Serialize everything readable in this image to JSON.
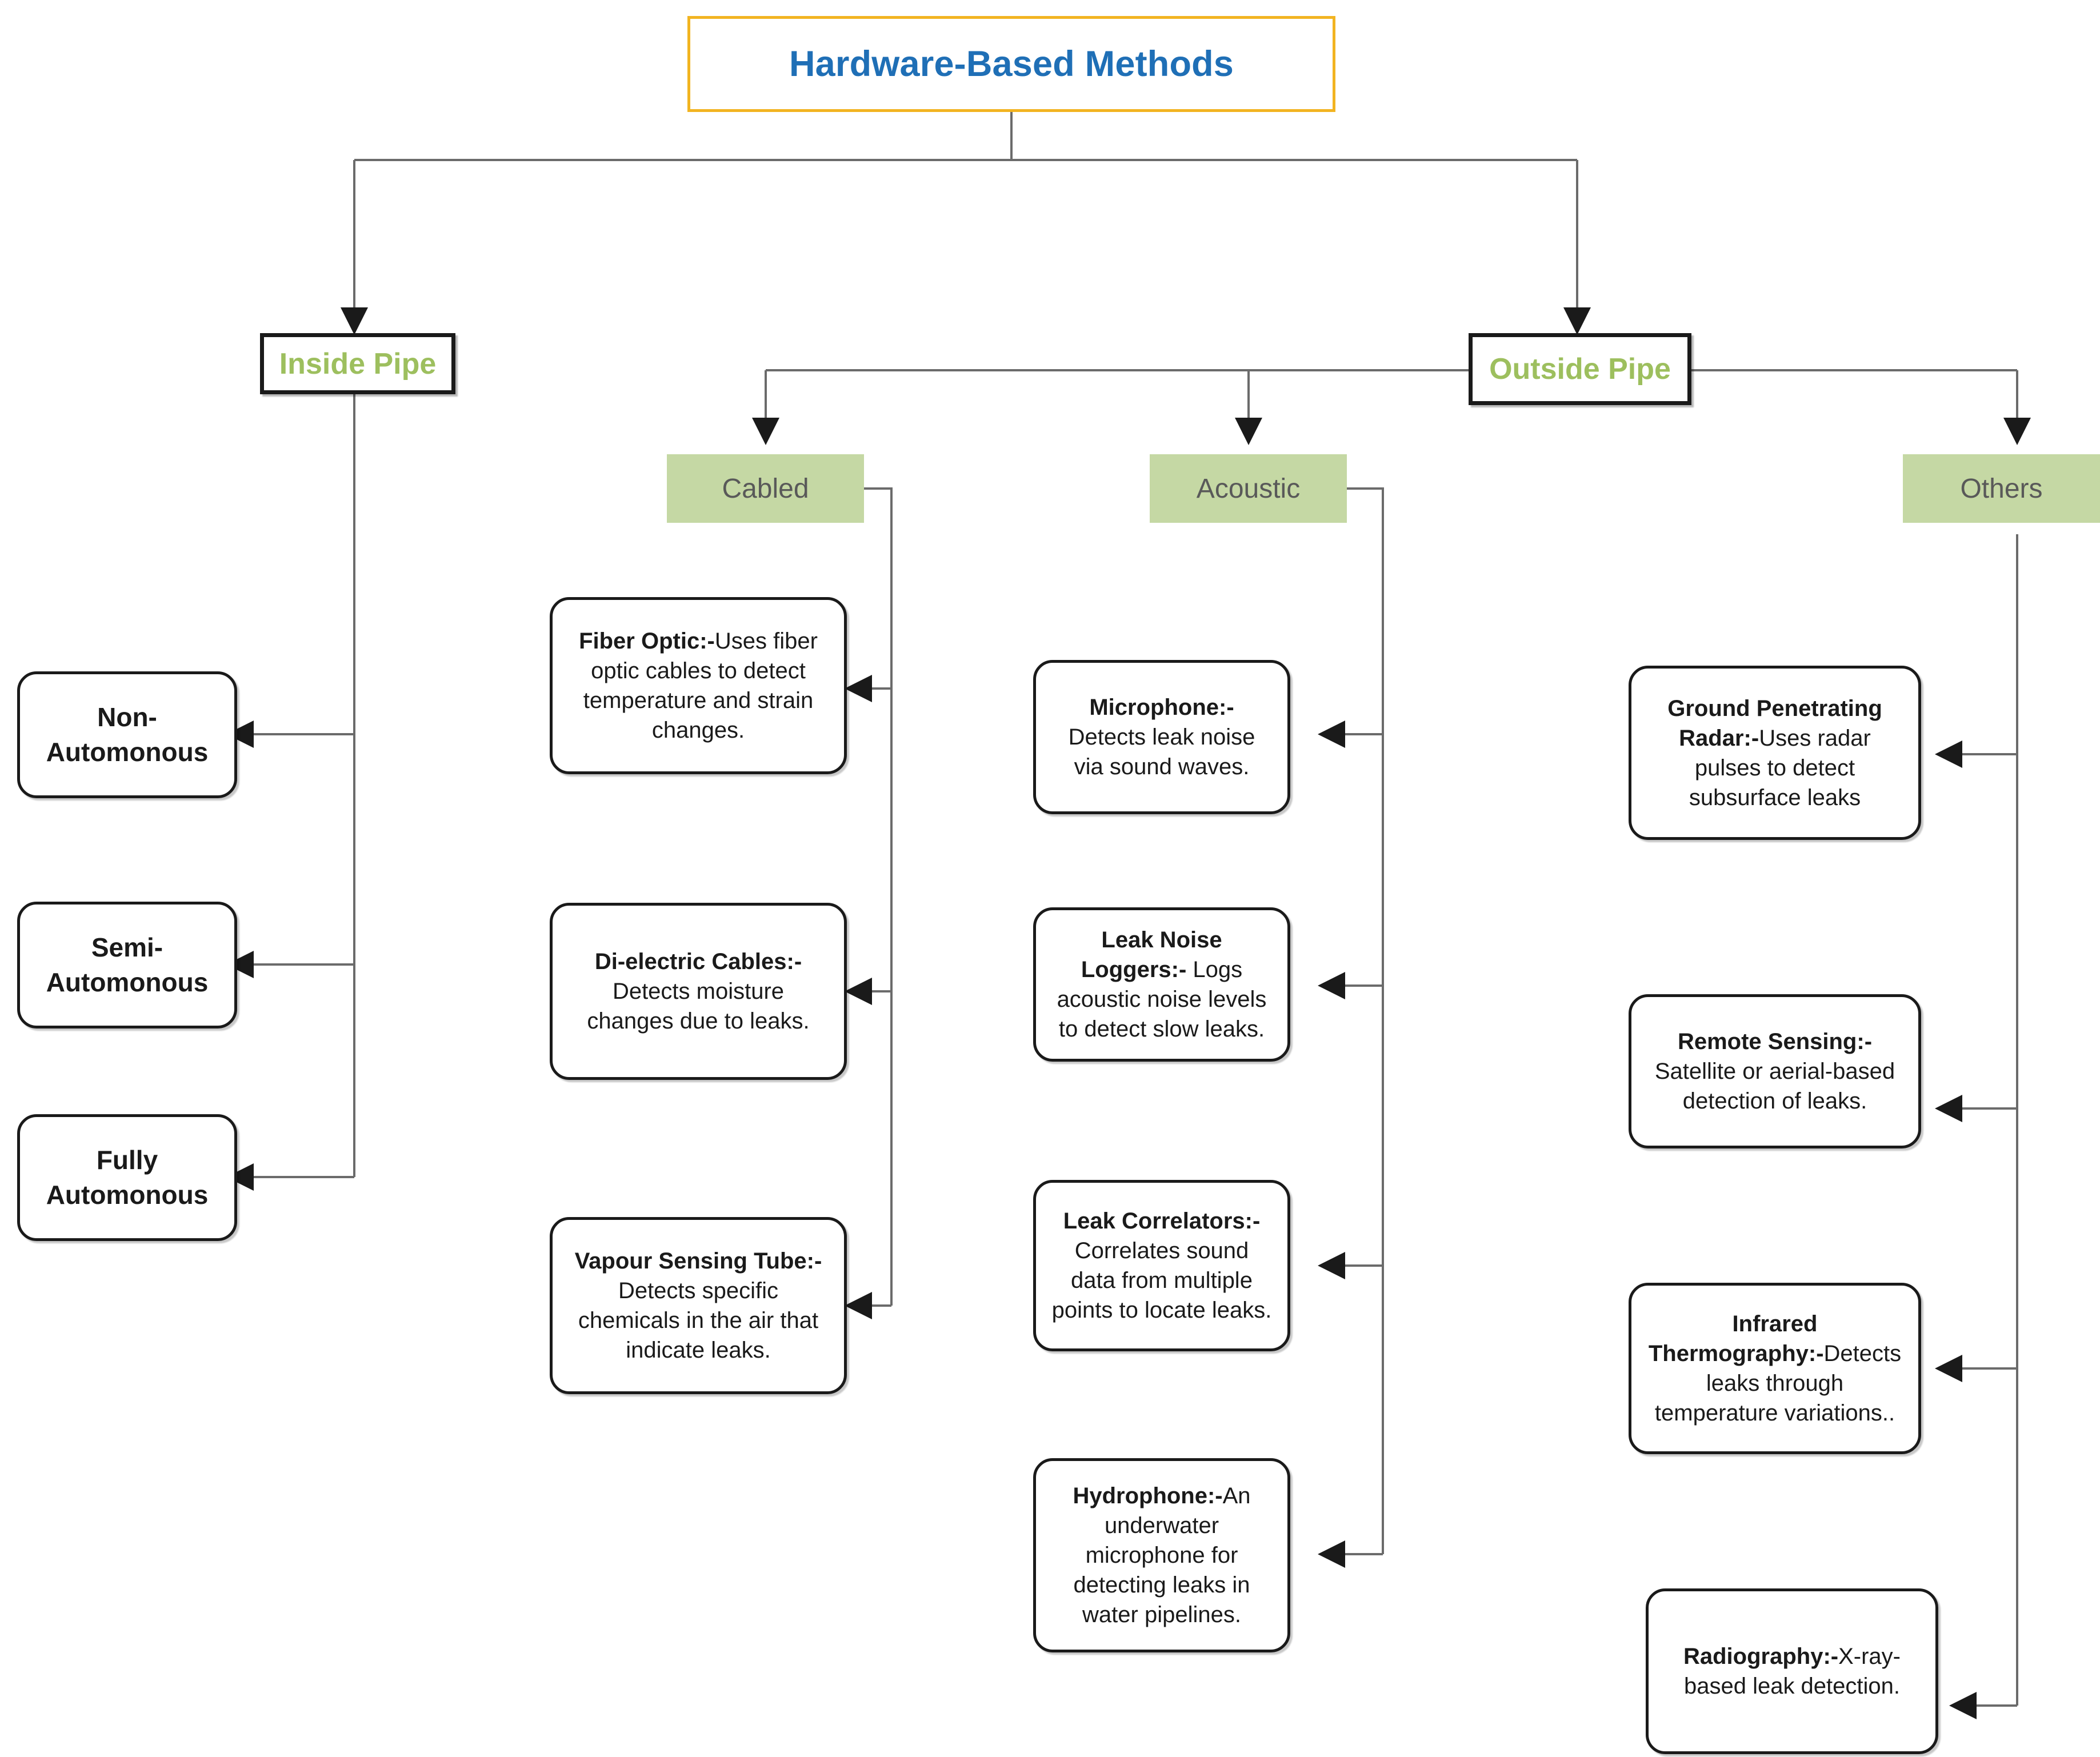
{
  "diagram": {
    "title": "Hardware-Based Methods",
    "type": "tree-flowchart",
    "colors": {
      "root_border": "#F2B421",
      "root_text": "#1F6FB6",
      "pipe_text": "#9DBF5E",
      "category_fill": "#C5D8A4",
      "category_text": "#595959",
      "leaf_border": "#1A1A1A",
      "connector": "#595959"
    }
  },
  "root": {
    "label": "Hardware-Based Methods"
  },
  "branches": {
    "inside_pipe": {
      "label": "Inside Pipe"
    },
    "outside_pipe": {
      "label": "Outside Pipe"
    }
  },
  "categories": {
    "cabled": {
      "label": "Cabled"
    },
    "acoustic": {
      "label": "Acoustic"
    },
    "others": {
      "label": "Others"
    }
  },
  "inside_pipe_leaves": [
    {
      "line1": "Non-",
      "line2": "Automonous"
    },
    {
      "line1": "Semi-",
      "line2": "Automonous"
    },
    {
      "line1": "Fully",
      "line2": "Automonous"
    }
  ],
  "cabled_leaves": [
    {
      "term": "Fiber Optic:-",
      "desc": "Uses fiber optic cables to detect temperature and strain changes."
    },
    {
      "term": "Di-electric Cables:-",
      "desc": " Detects moisture changes due to leaks."
    },
    {
      "term": "Vapour Sensing Tube:-",
      "desc": " Detects specific chemicals in the air that indicate leaks."
    }
  ],
  "acoustic_leaves": [
    {
      "term": "Microphone:-",
      "desc": "Detects leak noise via sound waves."
    },
    {
      "term": "Leak Noise Loggers:-",
      "desc": " Logs acoustic noise levels to detect slow leaks."
    },
    {
      "term": "Leak Correlators:-",
      "desc": " Correlates sound data from multiple points to locate leaks."
    },
    {
      "term": "Hydrophone:-",
      "desc": "An underwater microphone for detecting leaks in water pipelines."
    }
  ],
  "others_leaves": [
    {
      "term": "Ground Penetrating Radar:-",
      "desc": "Uses radar pulses to detect subsurface leaks"
    },
    {
      "term": "Remote Sensing:-",
      "desc": " Satellite or aerial-based detection of leaks."
    },
    {
      "term": "Infrared Thermography:-",
      "desc": "Detects leaks through temperature variations.."
    },
    {
      "term": "Radiography:-",
      "desc": "X-ray-based leak detection."
    }
  ]
}
